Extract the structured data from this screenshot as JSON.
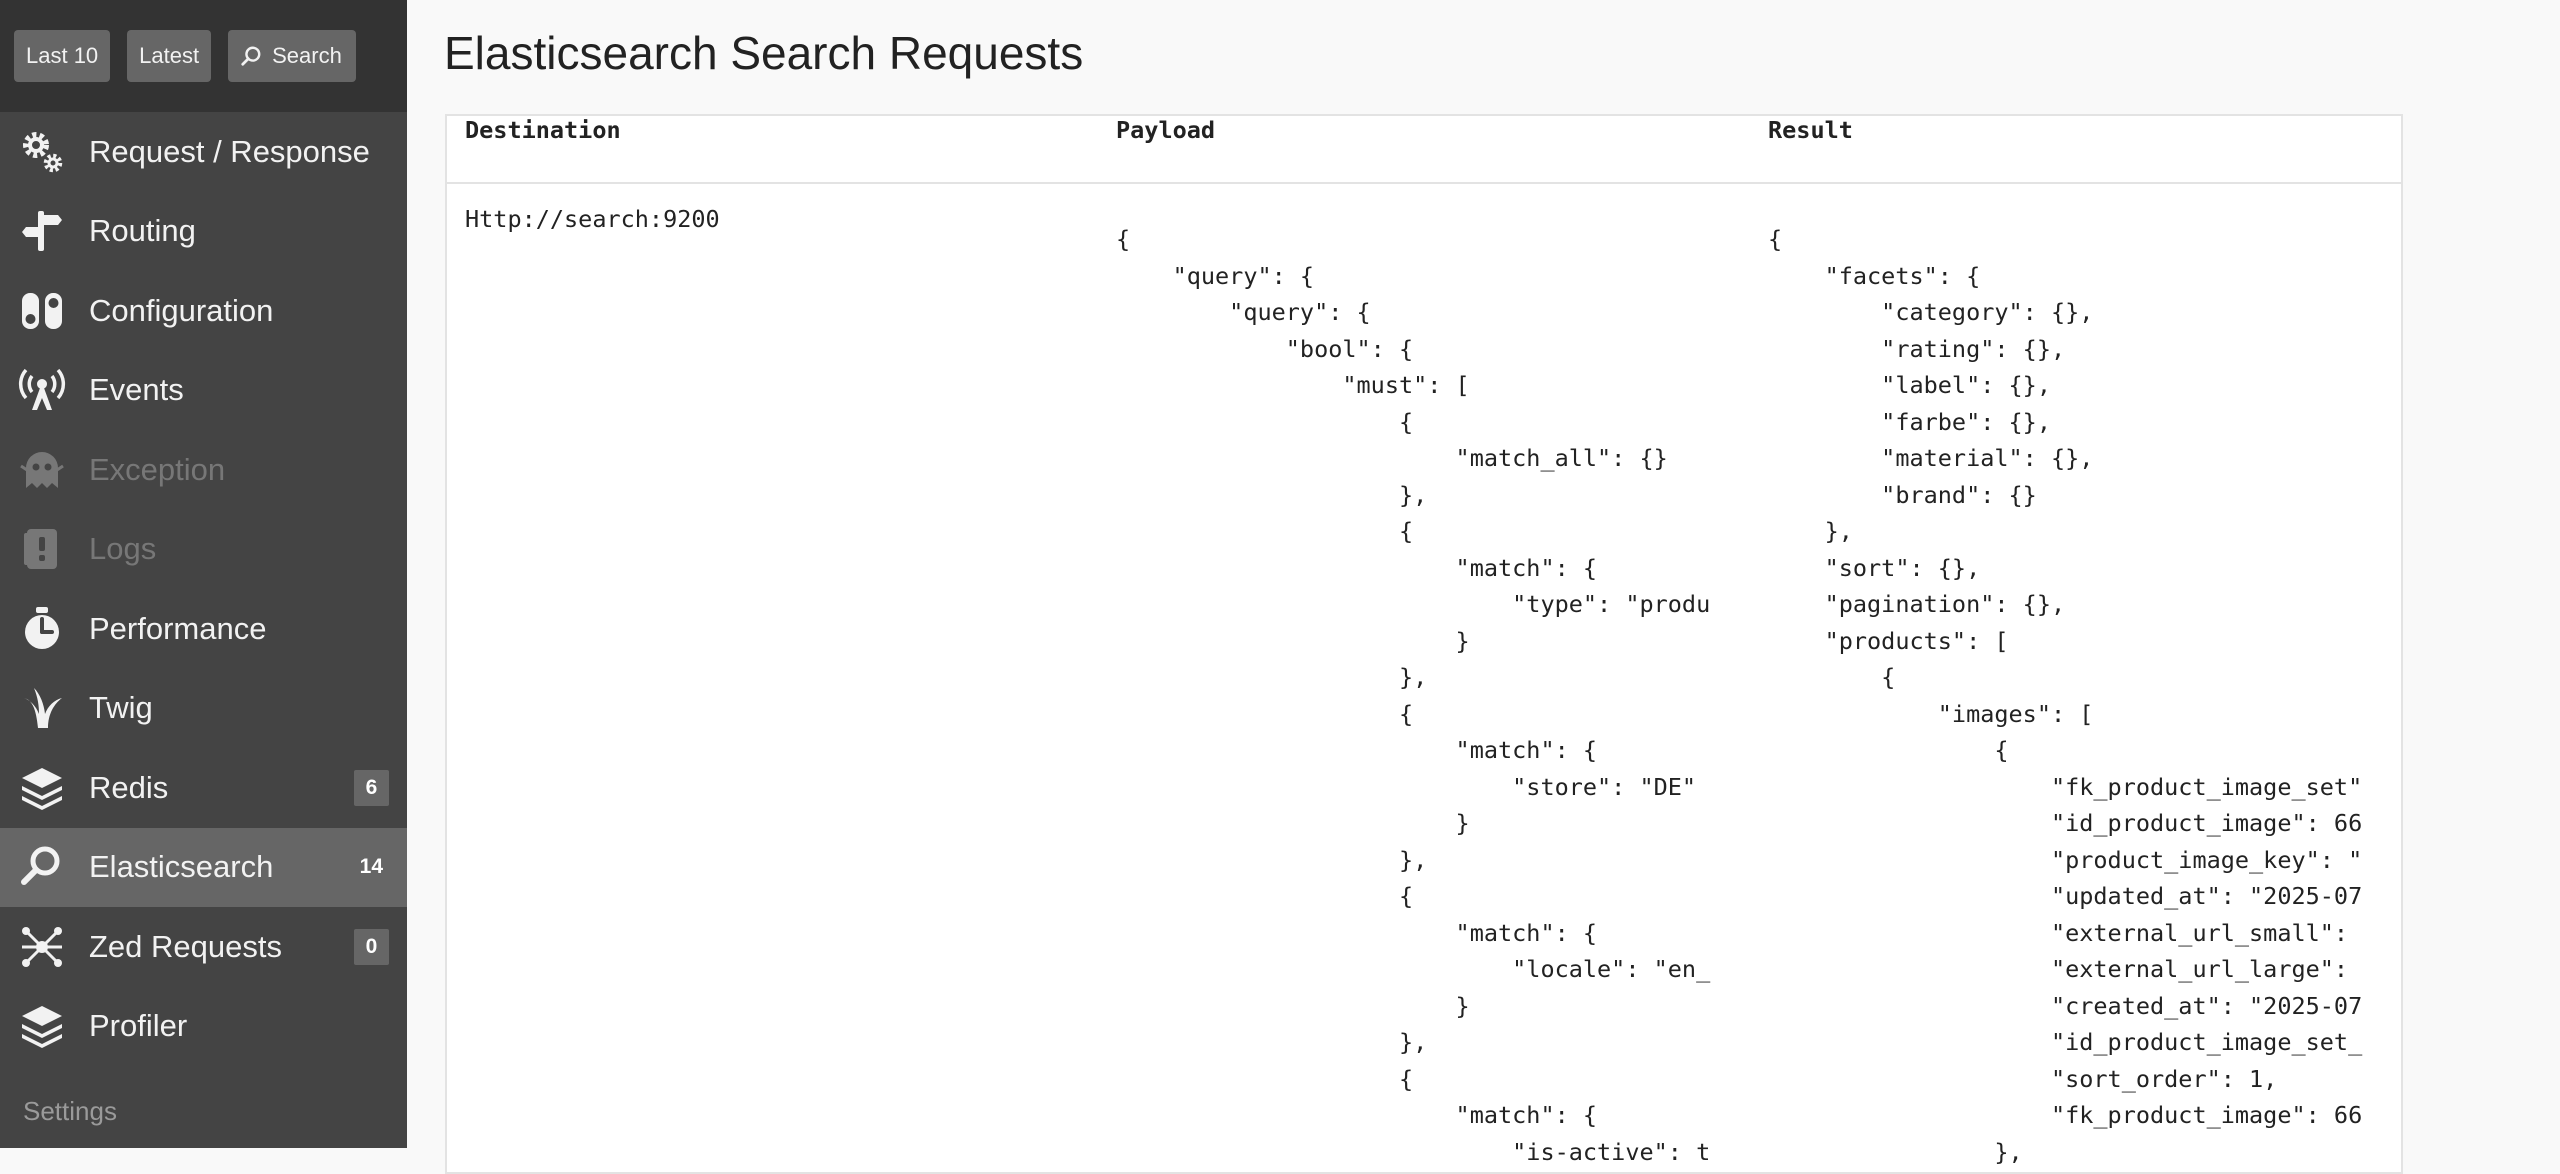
{
  "toolbar": {
    "last10_label": "Last 10",
    "latest_label": "Latest",
    "search_label": "Search"
  },
  "sidebar": {
    "items": [
      {
        "label": "Request / Response",
        "icon": "gears-icon",
        "badge": "",
        "state": "normal"
      },
      {
        "label": "Routing",
        "icon": "signpost-icon",
        "badge": "",
        "state": "normal"
      },
      {
        "label": "Configuration",
        "icon": "toggles-icon",
        "badge": "",
        "state": "normal"
      },
      {
        "label": "Events",
        "icon": "broadcast-icon",
        "badge": "",
        "state": "normal"
      },
      {
        "label": "Exception",
        "icon": "ghost-icon",
        "badge": "",
        "state": "disabled"
      },
      {
        "label": "Logs",
        "icon": "log-book-icon",
        "badge": "",
        "state": "disabled"
      },
      {
        "label": "Performance",
        "icon": "stopwatch-icon",
        "badge": "",
        "state": "normal"
      },
      {
        "label": "Twig",
        "icon": "twig-icon",
        "badge": "",
        "state": "normal"
      },
      {
        "label": "Redis",
        "icon": "layers-icon",
        "badge": "6",
        "state": "normal"
      },
      {
        "label": "Elasticsearch",
        "icon": "search-icon",
        "badge": "14",
        "state": "active"
      },
      {
        "label": "Zed Requests",
        "icon": "network-icon",
        "badge": "0",
        "state": "normal"
      },
      {
        "label": "Profiler",
        "icon": "layers-icon",
        "badge": "",
        "state": "normal"
      }
    ],
    "settings_label": "Settings"
  },
  "main": {
    "title": "Elasticsearch Search Requests",
    "table": {
      "headers": [
        "Destination",
        "Payload",
        "Result"
      ],
      "rows": [
        {
          "destination": "Http://search:9200",
          "payload": "{\n    \"query\": {\n        \"query\": {\n            \"bool\": {\n                \"must\": [\n                    {\n                        \"match_all\": {}\n                    },\n                    {\n                        \"match\": {\n                            \"type\": \"produ\n                        }\n                    },\n                    {\n                        \"match\": {\n                            \"store\": \"DE\"\n                        }\n                    },\n                    {\n                        \"match\": {\n                            \"locale\": \"en_\n                        }\n                    },\n                    {\n                        \"match\": {\n                            \"is-active\": t",
          "result": "{\n    \"facets\": {\n        \"category\": {},\n        \"rating\": {},\n        \"label\": {},\n        \"farbe\": {},\n        \"material\": {},\n        \"brand\": {}\n    },\n    \"sort\": {},\n    \"pagination\": {},\n    \"products\": [\n        {\n            \"images\": [\n                {\n                    \"fk_product_image_set\"\n                    \"id_product_image\": 66\n                    \"product_image_key\": \"\n                    \"updated_at\": \"2025-07\n                    \"external_url_small\":\n                    \"external_url_large\":\n                    \"created_at\": \"2025-07\n                    \"id_product_image_set_\n                    \"sort_order\": 1,\n                    \"fk_product_image\": 66\n                },"
        }
      ]
    }
  }
}
